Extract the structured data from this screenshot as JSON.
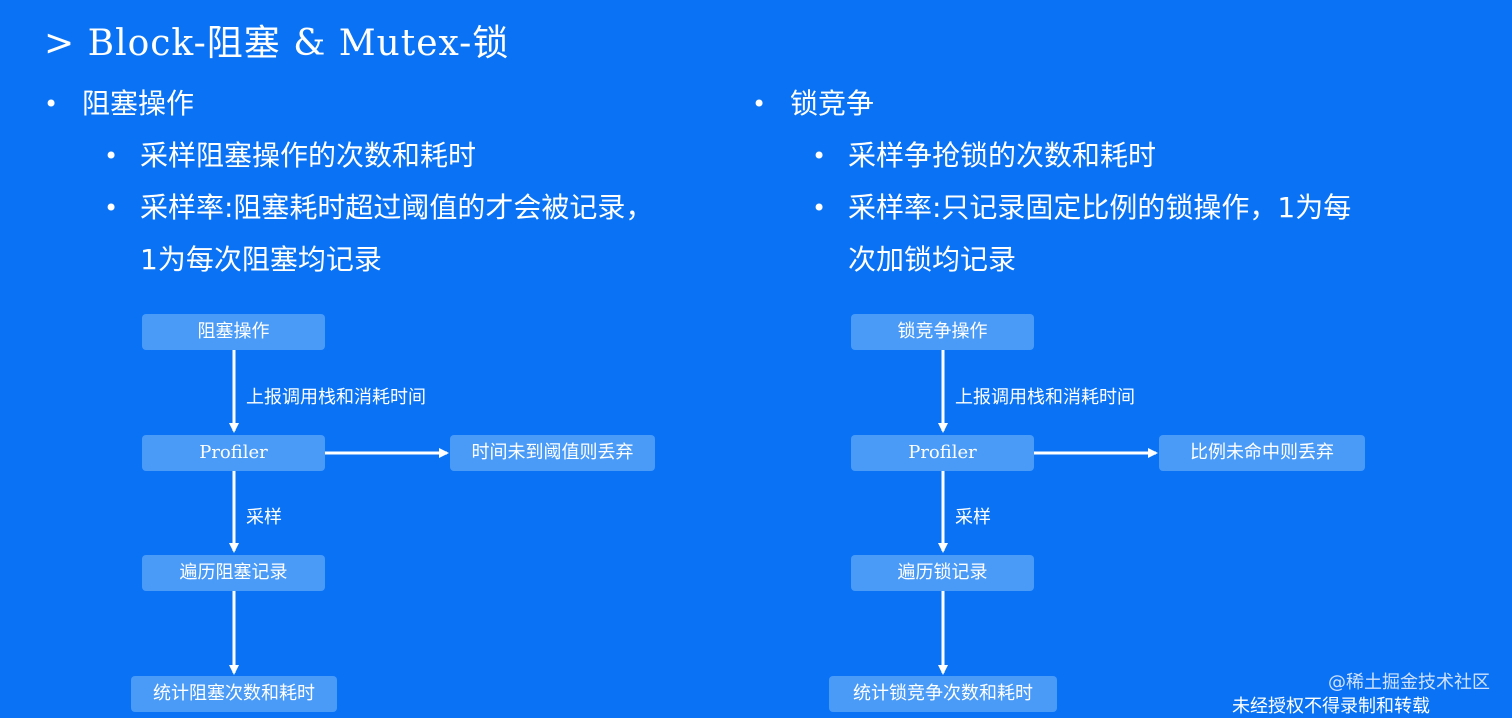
{
  "title": "> Block-阻塞 & Mutex-锁",
  "left": {
    "heading": "阻塞操作",
    "bullets": [
      "采样阻塞操作的次数和耗时",
      "采样率:阻塞耗时超过阈值的才会被记录，",
      "1为每次阻塞均记录"
    ],
    "diagram": {
      "node_start": "阻塞操作",
      "edge_report": "上报调用栈和消耗时间",
      "node_profiler": "Profiler",
      "node_discard": "时间未到阈值则丢弃",
      "edge_sample": "采样",
      "node_traverse": "遍历阻塞记录",
      "node_stats": "统计阻塞次数和耗时"
    }
  },
  "right": {
    "heading": "锁竞争",
    "bullets": [
      "采样争抢锁的次数和耗时",
      "采样率:只记录固定比例的锁操作，1为每",
      "次加锁均记录"
    ],
    "diagram": {
      "node_start": "锁竞争操作",
      "edge_report": "上报调用栈和消耗时间",
      "node_profiler": "Profiler",
      "node_discard": "比例未命中则丢弃",
      "edge_sample": "采样",
      "node_traverse": "遍历锁记录",
      "node_stats": "统计锁竞争次数和耗时"
    }
  },
  "bullet_glyph": "•",
  "watermark": "@稀土掘金技术社区",
  "notice": "未经授权不得录制和转载",
  "colors": {
    "background": "#0a73f5",
    "node_fill": "#4a9bf7",
    "text": "#ffffff"
  }
}
